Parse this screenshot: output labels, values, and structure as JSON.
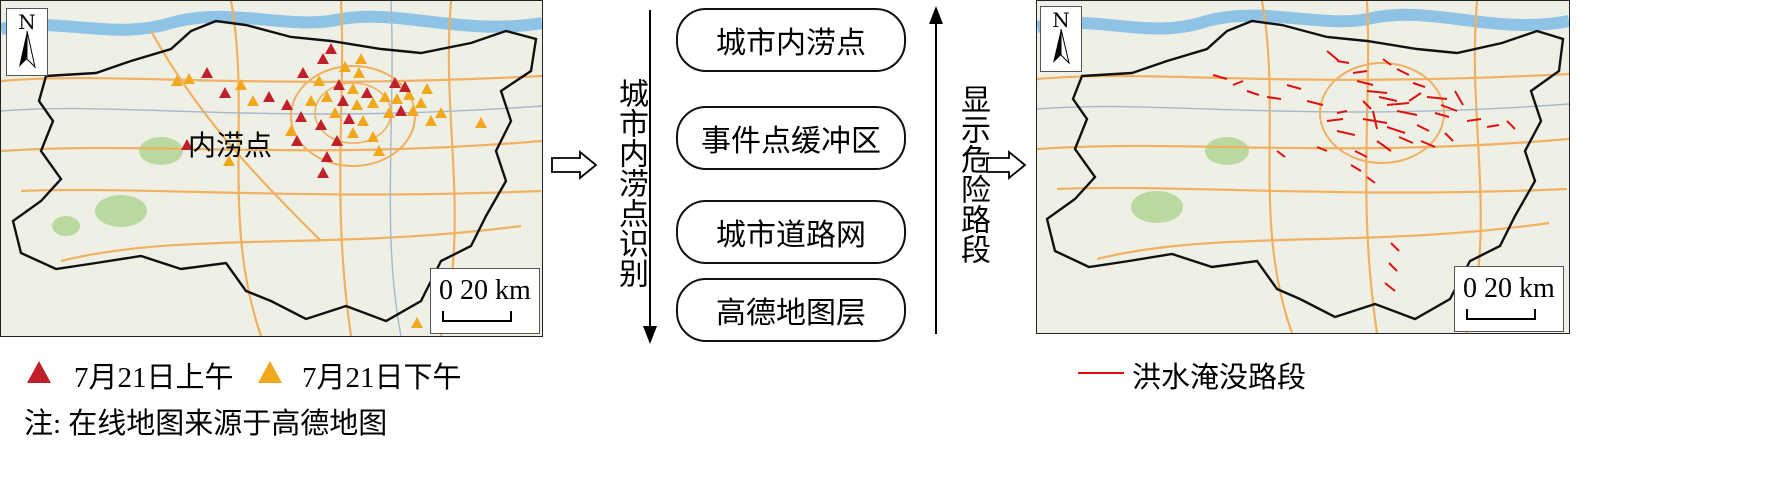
{
  "left_map": {
    "north_label": "N",
    "area_label": "内涝点",
    "scale_label": "0  20 km",
    "marker_colors": {
      "morning": "#c0202a",
      "afternoon": "#f2a81d"
    }
  },
  "flow": {
    "left_vertical_label": "城市内涝点识别",
    "right_vertical_label": "显示危险路段",
    "boxes": [
      "城市内涝点",
      "事件点缓冲区",
      "城市道路网",
      "高德地图层"
    ]
  },
  "right_map": {
    "north_label": "N",
    "scale_label": "0  20 km",
    "road_color": "#e01010"
  },
  "legend": {
    "morning_label": "7月21日上午",
    "afternoon_label": "7月21日下午",
    "flooded_road_label": "洪水淹没路段"
  },
  "note": "注: 在线地图来源于高德地图"
}
